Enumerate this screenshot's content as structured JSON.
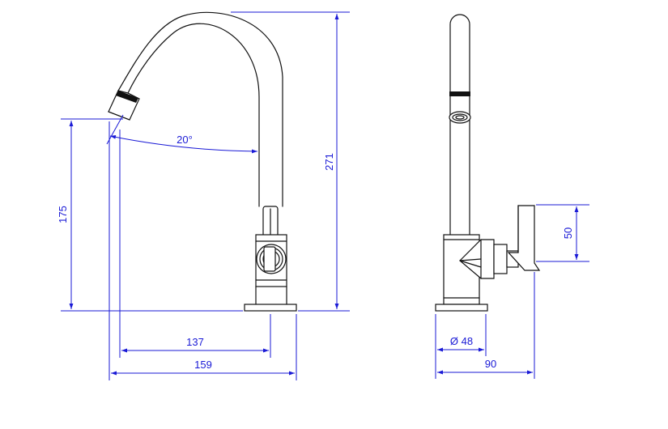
{
  "colors": {
    "dimension": "#1a1ad6",
    "outline": "#111111",
    "background": "#ffffff"
  },
  "front_view": {
    "angle_label": "20°",
    "height_spout_label": "175",
    "height_total_label": "271",
    "reach_inner_label": "137",
    "reach_outer_label": "159"
  },
  "side_view": {
    "handle_height_label": "50",
    "base_diameter_label": "Ø 48",
    "depth_label": "90"
  }
}
